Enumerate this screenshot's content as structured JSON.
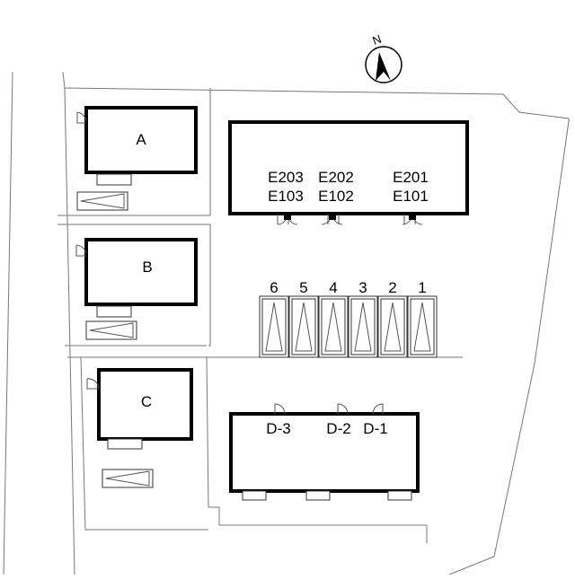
{
  "compass": {
    "label": "N",
    "icon": "north-arrow-icon"
  },
  "buildings": {
    "a": {
      "label": "A"
    },
    "b": {
      "label": "B"
    },
    "c": {
      "label": "C"
    },
    "e": {
      "units_top": [
        "E203",
        "E202",
        "E201"
      ],
      "units_bottom": [
        "E103",
        "E102",
        "E101"
      ]
    },
    "d": {
      "units": [
        "D-3",
        "D-2",
        "D-1"
      ]
    }
  },
  "parking": {
    "spaces": [
      "6",
      "5",
      "4",
      "3",
      "2",
      "1"
    ]
  }
}
